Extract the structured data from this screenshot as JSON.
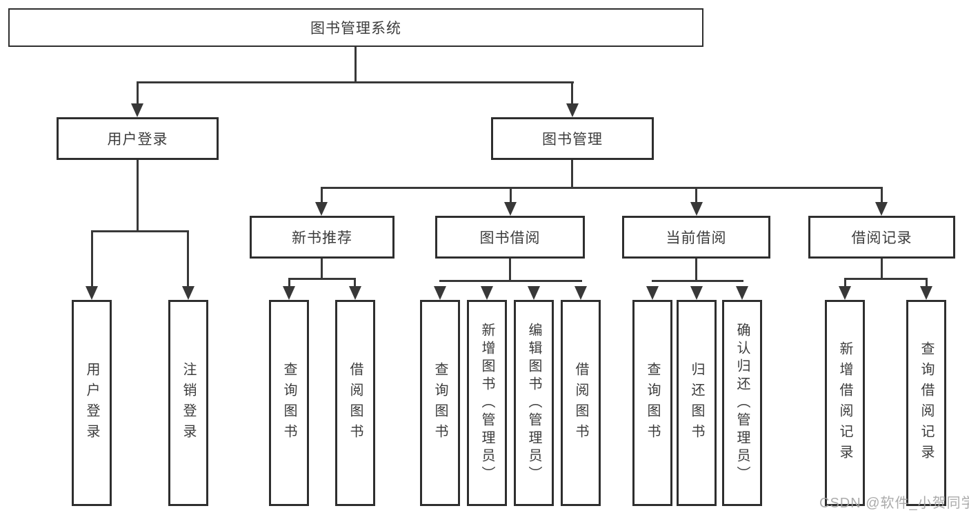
{
  "tree": {
    "label": "图书管理系统",
    "children": [
      {
        "label": "用户登录",
        "children": [
          {
            "label": "用户登录"
          },
          {
            "label": "注销登录"
          }
        ]
      },
      {
        "label": "图书管理",
        "children": [
          {
            "label": "新书推荐",
            "children": [
              {
                "label": "查询图书"
              },
              {
                "label": "借阅图书"
              }
            ]
          },
          {
            "label": "图书借阅",
            "children": [
              {
                "label": "查询图书"
              },
              {
                "label": "新增图书（管理员）"
              },
              {
                "label": "编辑图书（管理员）"
              },
              {
                "label": "借阅图书"
              }
            ]
          },
          {
            "label": "当前借阅",
            "children": [
              {
                "label": "查询图书"
              },
              {
                "label": "归还图书"
              },
              {
                "label": "确认归还（管理员）"
              }
            ]
          },
          {
            "label": "借阅记录",
            "children": [
              {
                "label": "新增借阅记录"
              },
              {
                "label": "查询借阅记录"
              }
            ]
          }
        ]
      }
    ]
  },
  "watermark": "CSDN @软件_小贺同学",
  "colors": {
    "line": "#383838",
    "box_border": "#2e2e2e",
    "box_fill": "#ffffff",
    "text": "#3c3c3c",
    "watermark": "#a4a4a4"
  }
}
